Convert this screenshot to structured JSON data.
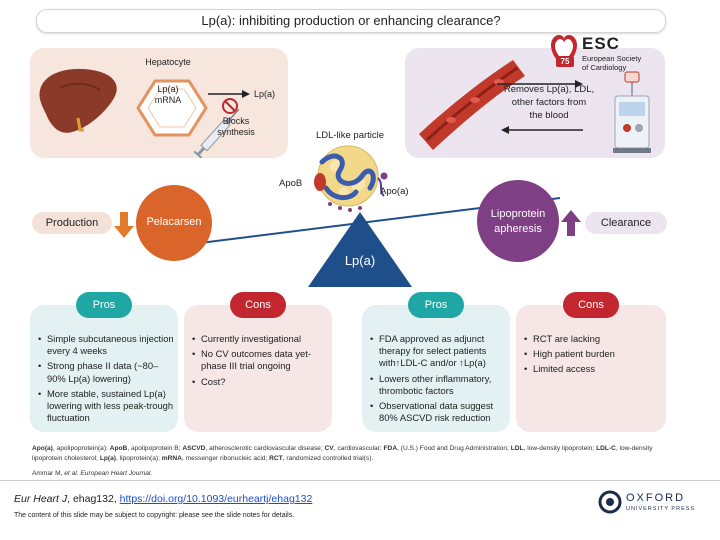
{
  "title": "Lp(a): inhibiting production or enhancing clearance?",
  "left_panel": {
    "hepatocyte_label": "Hepatocyte",
    "mrna_label_line1": "Lp(a)",
    "mrna_label_line2": "mRNA",
    "output_label": "Lp(a)",
    "blocks_line1": "Blocks",
    "blocks_line2": "synthesis"
  },
  "right_panel": {
    "esc_logo": "ESC",
    "esc_line1": "European Society",
    "esc_line2": "of Cardiology",
    "esc_badge": "75",
    "removes_line1": "Removes Lp(a), LDL,",
    "removes_line2": "other factors from",
    "removes_line3": "the blood"
  },
  "particle": {
    "label": "LDL-like particle",
    "apob": "ApoB",
    "apoa": "Apo(a)"
  },
  "balance": {
    "fulcrum_label": "Lp(a)",
    "production_label": "Production",
    "clearance_label": "Clearance",
    "pelacarsen_label": "Pelacarsen",
    "apheresis_line1": "Lipoprotein",
    "apheresis_line2": "apheresis"
  },
  "colors": {
    "orange": "#d9652a",
    "purple": "#7e3f84",
    "navy": "#1f4f8a",
    "teal": "#1fa7a5",
    "red": "#c2262e"
  },
  "pelacarsen_pros": {
    "label": "Pros",
    "items": [
      "Simple subcutaneous injection every 4 weeks",
      "Strong phase II data (~80–90% Lp(a) lowering)",
      "More stable, sustained Lp(a) lowering with less peak-trough fluctuation"
    ]
  },
  "pelacarsen_cons": {
    "label": "Cons",
    "items": [
      "Currently investigational",
      "No CV outcomes data yet-phase III trial ongoing",
      "Cost?"
    ]
  },
  "apheresis_pros": {
    "label": "Pros",
    "item1_line1": "FDA approved as adjunct",
    "item1_line2": "therapy for select patients",
    "item1_with": "with",
    "item1_ldlc": "LDL-C and/or",
    "item1_lpa": "Lp(a)",
    "item2": "Lowers other inflammatory, thrombotic factors",
    "item3": "Observational data suggest 80% ASCVD risk reduction"
  },
  "apheresis_cons": {
    "label": "Cons",
    "items": [
      "RCT are lacking",
      "High patient burden",
      "Limited access"
    ]
  },
  "abbreviations": [
    {
      "term": "Apo(a)",
      "def": ", apolipoprotein(a); "
    },
    {
      "term": "ApoB",
      "def": ", apolipoprotein B; "
    },
    {
      "term": "ASCVD",
      "def": ", atherosclerotic cardiovascular disease; "
    },
    {
      "term": "CV",
      "def": ", cardiovascular; "
    },
    {
      "term": "FDA",
      "def": ", (U.S.) Food and Drug Administration; "
    },
    {
      "term": "LDL",
      "def": ", low-density lipoprotein; "
    },
    {
      "term": "LDL-C",
      "def": ", low-density lipoprotein cholesterol; "
    },
    {
      "term": "Lp(a)",
      "def": ", lipoprotein(a); "
    },
    {
      "term": "mRNA",
      "def": ", messenger ribonucleic acid; "
    },
    {
      "term": "RCT",
      "def": ", randomized controlled trial(s)."
    }
  ],
  "citation_prefix": "Ammar M, ",
  "citation_italic": "et al. European Heart Journal.",
  "footer": {
    "journal": "Eur Heart J",
    "ref": ", ehag132, ",
    "doi": "https://doi.org/10.1093/eurheartj/ehag132",
    "copyright": "The content of this slide may be subject to copyright: please see the slide notes for details.",
    "publisher_line1": "OXFORD",
    "publisher_line2": "UNIVERSITY PRESS"
  }
}
